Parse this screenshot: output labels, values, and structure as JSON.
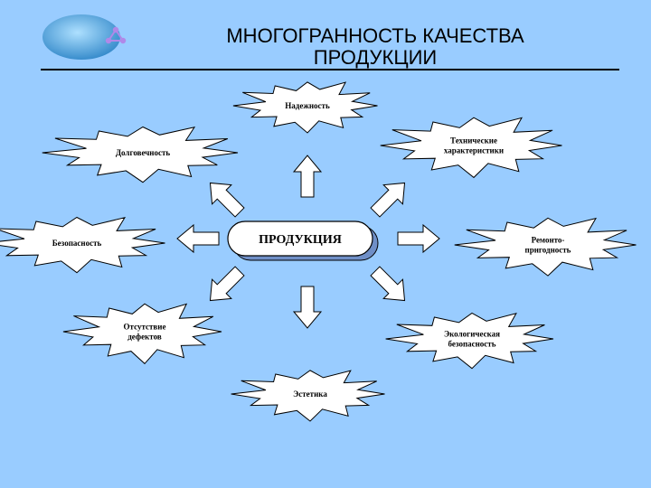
{
  "title": {
    "line1": "МНОГОГРАННОСТЬ КАЧЕСТВА",
    "line2": "ПРОДУКЦИИ"
  },
  "center": {
    "label": "ПРОДУКЦИЯ"
  },
  "attributes": [
    {
      "key": "top",
      "lines": [
        "Надежность"
      ]
    },
    {
      "key": "top-right",
      "lines": [
        "Технические",
        "характеристики"
      ]
    },
    {
      "key": "right",
      "lines": [
        "Ремонто-",
        "пригодность"
      ]
    },
    {
      "key": "bottom-right",
      "lines": [
        "Экологическая",
        "безопасность"
      ]
    },
    {
      "key": "bottom",
      "lines": [
        "Эстетика"
      ]
    },
    {
      "key": "bottom-left",
      "lines": [
        "Отсутствие",
        "дефектов"
      ]
    },
    {
      "key": "left",
      "lines": [
        "Безопасность"
      ]
    },
    {
      "key": "top-left",
      "lines": [
        "Долговечность"
      ]
    }
  ],
  "colors": {
    "background": "#99ccff",
    "shape_fill": "#ffffff",
    "outline": "#000000",
    "logo_oval": "#4a9ed8",
    "logo_glyph": "#b088e8"
  },
  "logo_icon": "triangle-network-icon"
}
